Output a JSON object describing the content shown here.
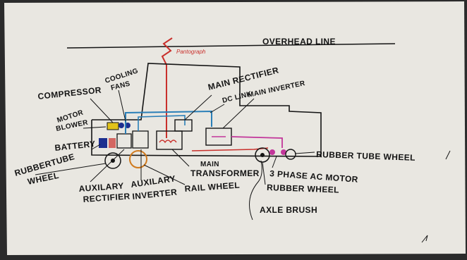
{
  "colors": {
    "paper": "#e9e7e1",
    "ink": "#141414",
    "red": "#c9302c",
    "blue": "#2a7fb8",
    "magenta": "#c2369a",
    "yellow": "#e1c21a"
  },
  "labels": {
    "overhead_line": "OVERHEAD LINE",
    "pantograph": "Pantograph",
    "compressor": "COMPRESSOR",
    "cooling_fans_1": "COOLING",
    "cooling_fans_2": "FANS",
    "main_rectifier": "MAIN RECTIFIER",
    "dc_link": "DC LINK",
    "main_inverter": "MAIN INVERTER",
    "motor_blower_1": "MOTOR",
    "motor_blower_2": "BLOWER",
    "battery": "BATTERY",
    "rubber_tube_wheel_left_1": "RUBBERTUBE",
    "rubber_tube_wheel_left_2": "WHEEL",
    "aux_rectifier_1": "AUXILARY",
    "aux_rectifier_2": "RECTIFIER",
    "aux_inverter_1": "AUXILARY",
    "aux_inverter_2": "INVERTER",
    "rail_wheel": "RAIL WHEEL",
    "main_transformer_1": "MAIN",
    "main_transformer_2": "TRANSFORMER",
    "three_phase_motor": "3 PHASE AC MOTOR",
    "rubber_wheel": "RUBBER WHEEL",
    "axle_brush": "AXLE BRUSH",
    "rubber_tube_wheel_right": "RUBBER TUBE WHEEL"
  }
}
